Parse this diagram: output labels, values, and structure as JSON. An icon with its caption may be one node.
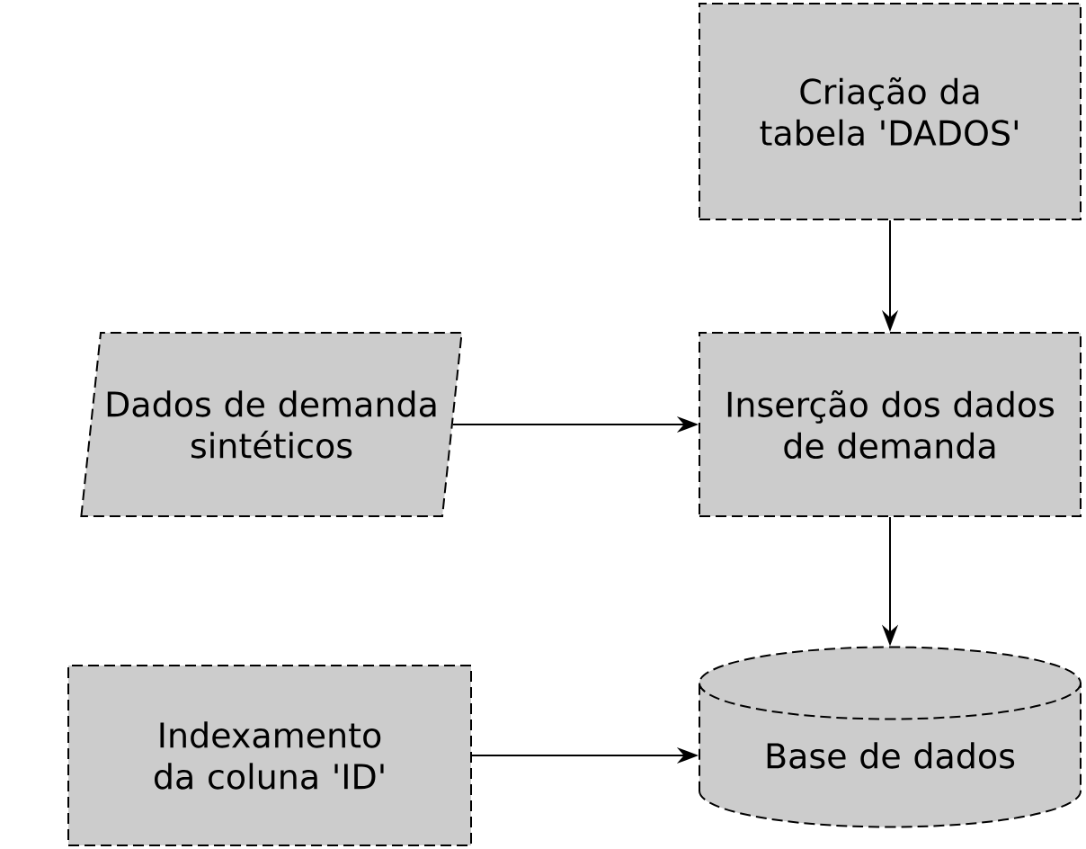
{
  "diagram": {
    "nodes": [
      {
        "text": [
          "Criação da tabela 'DADOS'"
        ]
      },
      {
        "text": [
          "Dados de demanda sintéticos"
        ]
      },
      {
        "text": [
          "Inserção dos dados de demanda"
        ]
      },
      {
        "text": [
          "Indexamento da coluna 'ID'"
        ]
      },
      {
        "text": [
          "Base de dados"
        ]
      }
    ],
    "edges": [
      {
        "from": 0,
        "to": 2,
        "arrow": "to"
      },
      {
        "from": 1,
        "to": 2,
        "arrow": "to"
      },
      {
        "from": 2,
        "to": 4,
        "arrow": "to"
      },
      {
        "from": 3,
        "to": 4,
        "arrow": "to"
      }
    ]
  }
}
